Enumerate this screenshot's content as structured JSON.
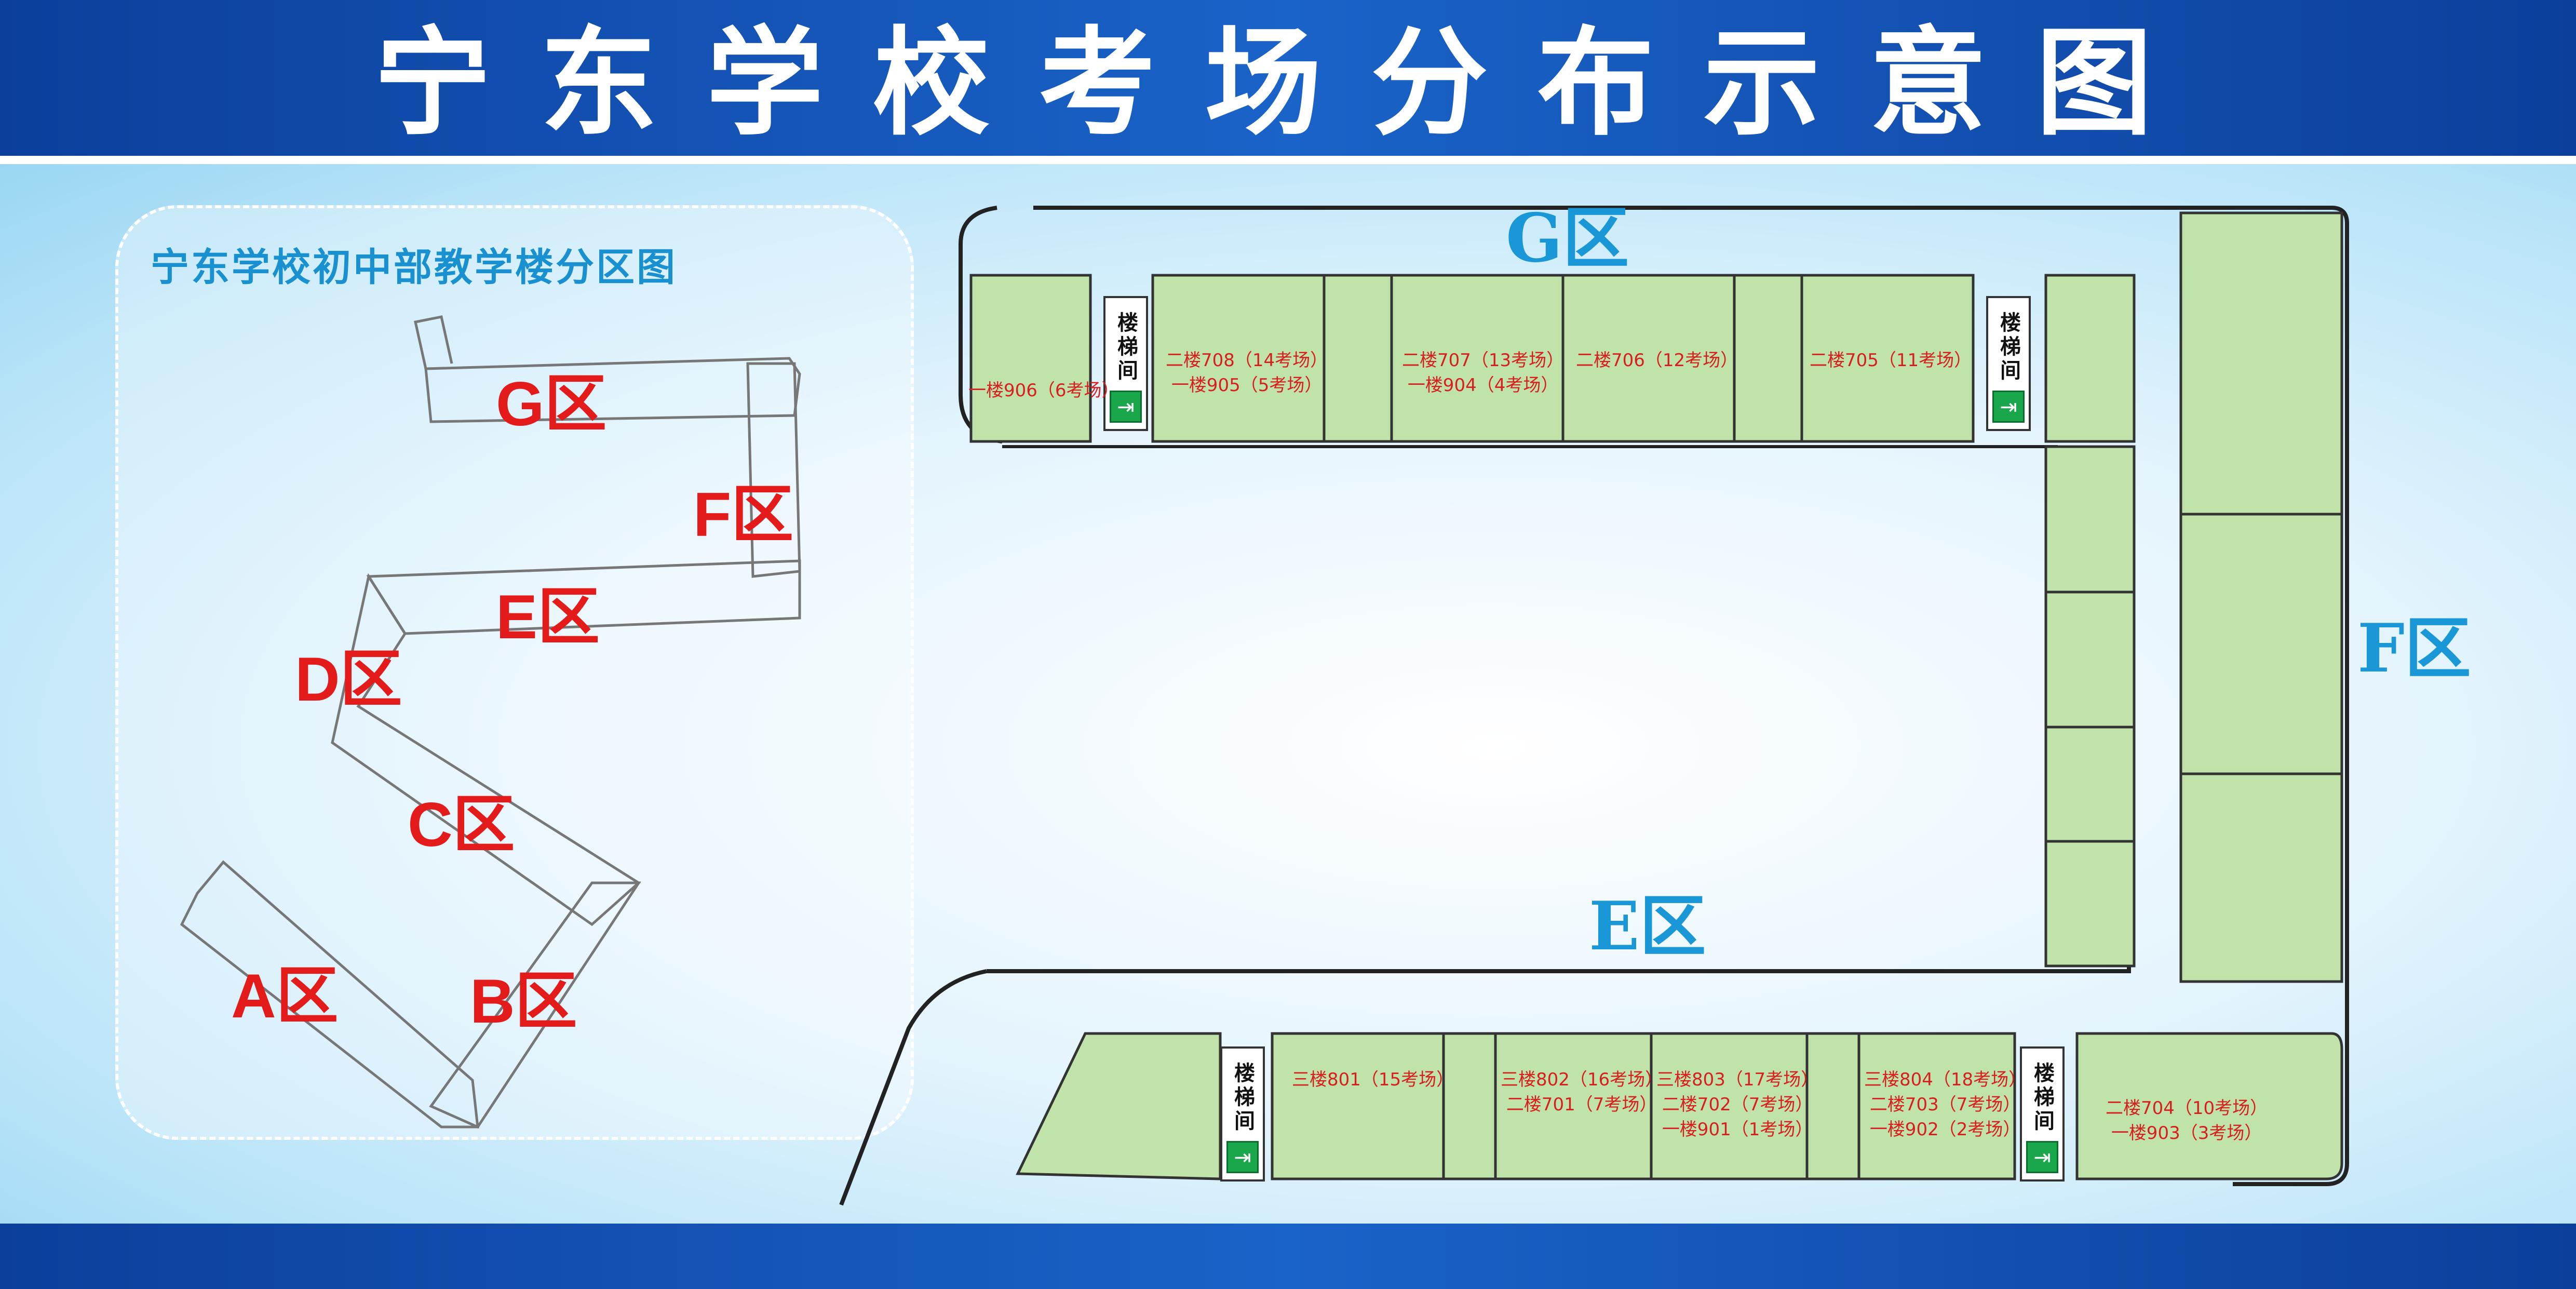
{
  "title": "宁东学校考场分布示意图",
  "inset": {
    "title": "宁东学校初中部教学楼分区图",
    "zones": [
      "A区",
      "B区",
      "C区",
      "D区",
      "E区",
      "F区",
      "G区"
    ]
  },
  "zones": {
    "g": "G区",
    "f": "F区",
    "e": "E区"
  },
  "stair_label": [
    "楼",
    "梯",
    "间"
  ],
  "exit_icon": "emergency-exit-icon",
  "colors": {
    "banner": "#1a63c8",
    "room_fill": "#bfe3a8",
    "zone_red": "#e41b1b",
    "zone_blue": "#1997d6",
    "label_red": "#d81e1e"
  },
  "rooms_top": [
    [
      "一楼906（6考场）"
    ],
    [
      "二楼708（14考场）",
      "一楼905（5考场）"
    ],
    [
      "二楼707（13考场）",
      "一楼904（4考场）"
    ],
    [
      "二楼706（12考场）"
    ],
    [
      "二楼705（11考场）"
    ]
  ],
  "rooms_bottom": [
    [
      "三楼801（15考场）"
    ],
    [
      "三楼802（16考场）",
      "二楼701（7考场）"
    ],
    [
      "三楼803（17考场）",
      "二楼702（7考场）",
      "一楼901（1考场）"
    ],
    [
      "三楼804（18考场）",
      "二楼703（7考场）",
      "一楼902（2考场）"
    ],
    [
      "二楼704（10考场）",
      "一楼903（3考场）"
    ]
  ]
}
